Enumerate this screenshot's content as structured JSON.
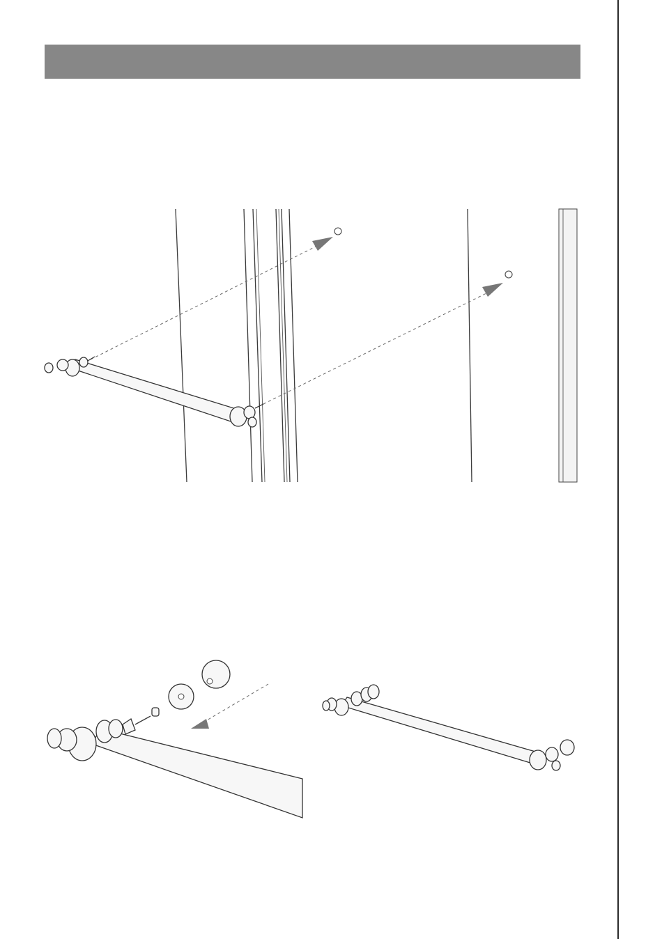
{
  "header": {
    "title": ""
  },
  "colors": {
    "header_bar": "#878787",
    "line": "#3a3a3a",
    "part_fill": "#f7f7f7",
    "arrow": "#777777"
  },
  "figures": [
    {
      "id": "install",
      "icon": "towel-bar-install-diagram"
    },
    {
      "id": "parts",
      "icon": "mounting-parts-exploded-diagram"
    },
    {
      "id": "assembled",
      "icon": "assembled-towel-bar-diagram"
    }
  ]
}
